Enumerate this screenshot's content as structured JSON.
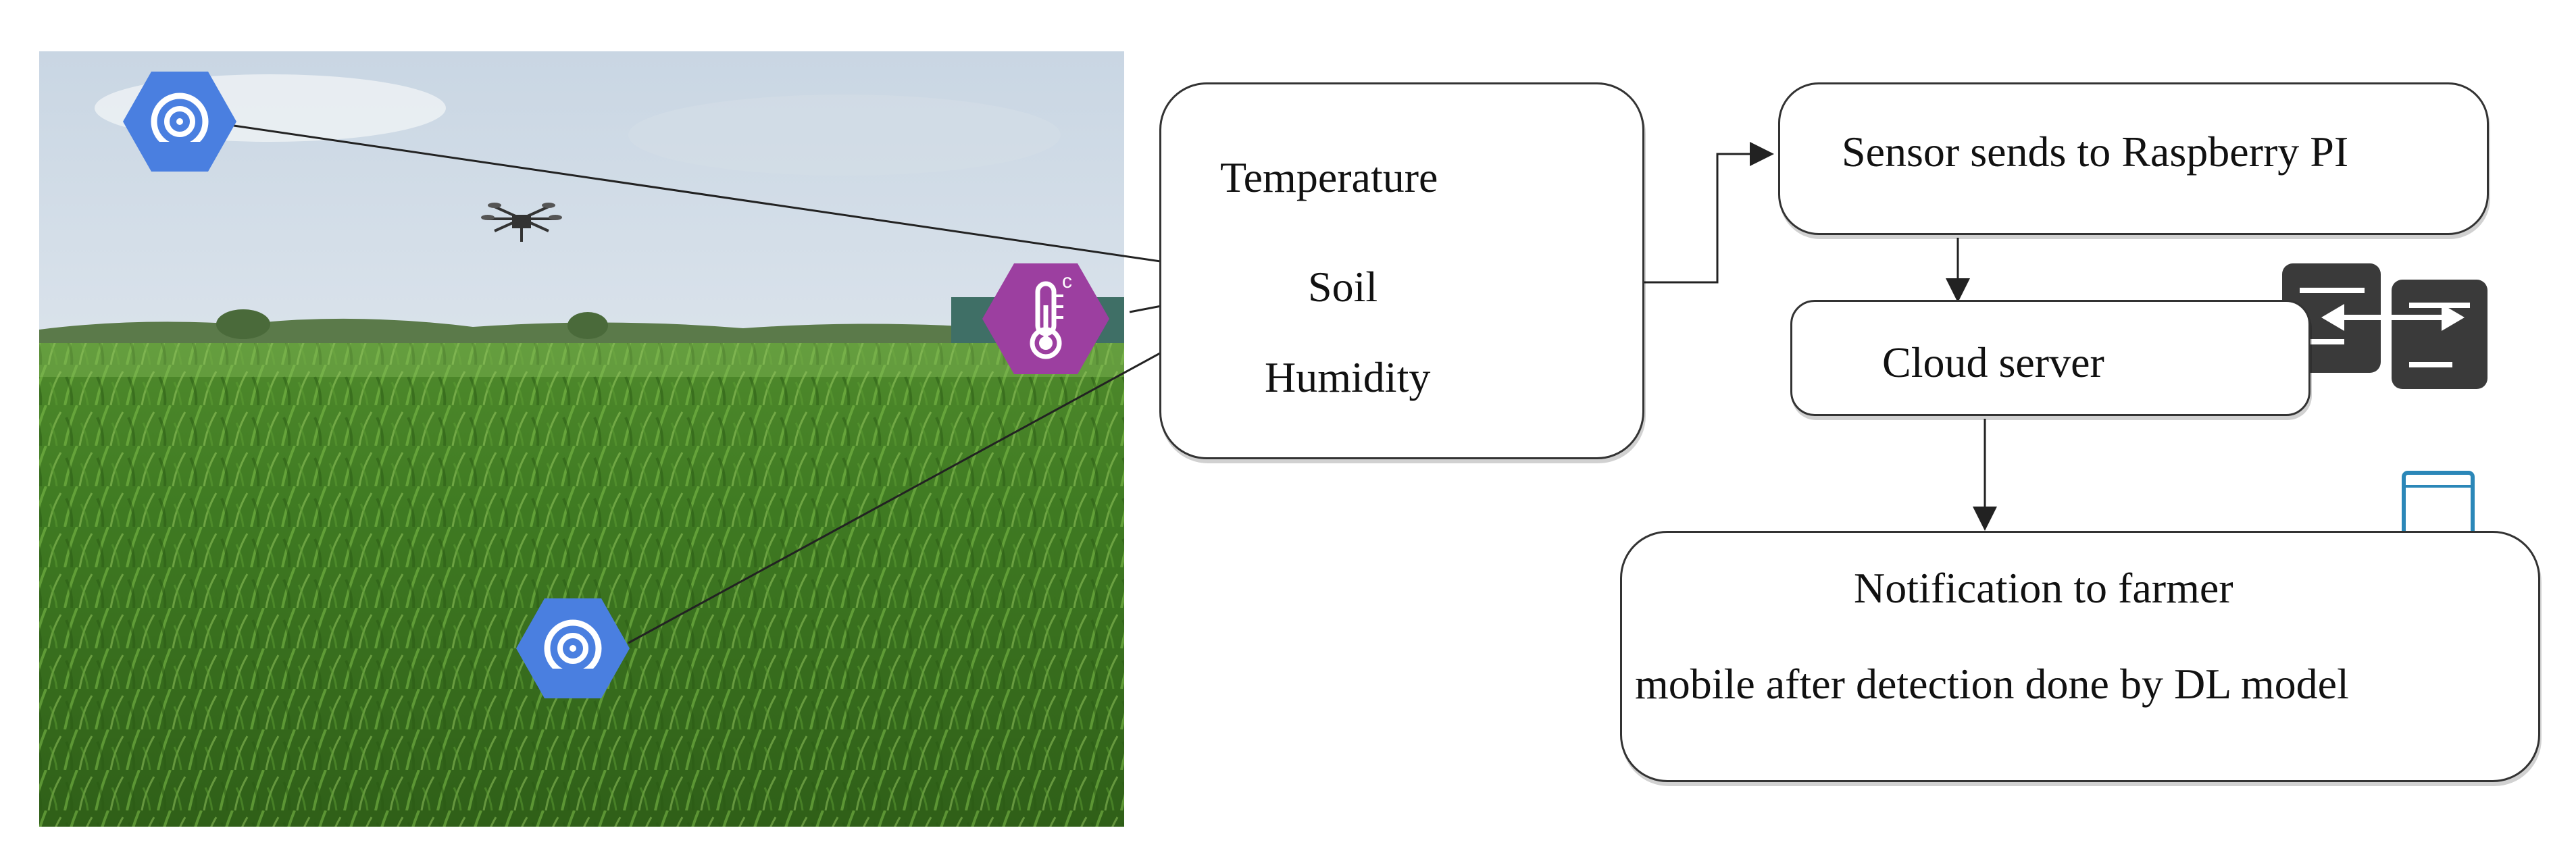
{
  "sensor_params": {
    "temperature": "Temperature",
    "soil": "Soil",
    "humidity": "Humidity"
  },
  "flow": {
    "sensor_to_pi": "Sensor sends to Raspberry PI",
    "cloud_server": "Cloud server",
    "notification_line1": "Notification to farmer",
    "notification_line2": "mobile after detection done by DL model"
  },
  "icons": {
    "sensor": "sensor-hexagon-icon",
    "thermometer": "thermometer-hexagon-icon",
    "drone": "drone-icon",
    "server": "server-exchange-icon",
    "mobile": "mobile-phone-icon",
    "thermometer_unit": "c"
  },
  "colors": {
    "sensor_hex": "#4A7FE0",
    "thermo_hex": "#9C3FA0",
    "server_icon": "#3a3a3a",
    "mobile_icon": "#2B87B8",
    "line": "#222222"
  }
}
